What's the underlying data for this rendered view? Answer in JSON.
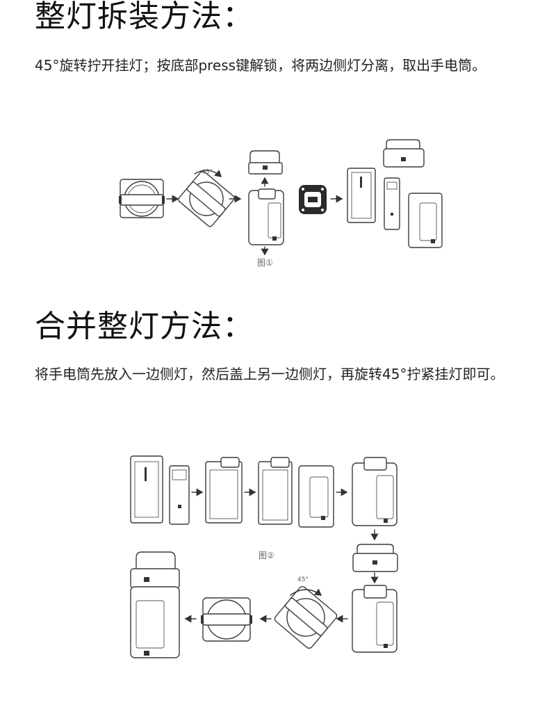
{
  "section1": {
    "title": "整灯拆装方法：",
    "desc": "45°旋转拧开挂灯；按底部press键解锁，将两边侧灯分离，取出手电筒。",
    "figure_caption": "图①",
    "rotate_label": "45°"
  },
  "section2": {
    "title": "合并整灯方法：",
    "desc": "将手电筒先放入一边侧灯，然后盖上另一边侧灯，再旋转45°拧紧挂灯即可。",
    "figure_caption": "图②",
    "rotate_label": "45°"
  }
}
